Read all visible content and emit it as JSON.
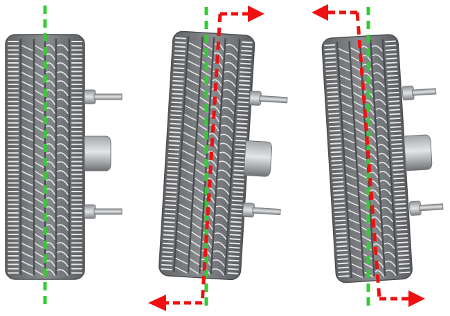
{
  "diagram": {
    "panels": [
      {
        "id": "neutral",
        "label": "",
        "tilt_deg": 0
      },
      {
        "id": "positive-camber",
        "label": "",
        "tilt_deg": 3.5
      },
      {
        "id": "negative-camber",
        "label": "",
        "tilt_deg": -3.5
      }
    ],
    "colors": {
      "background": "#ffffff",
      "tire_dark": "#5f6163",
      "tire_mid": "#8d9093",
      "tread_line": "#e6e7e8",
      "hub_light": "#cfd1d3",
      "hub_dark": "#7a7d80",
      "reference_line": "#33cc33",
      "wheel_axis": "#ee1111"
    },
    "icons": [
      "tire-icon",
      "hub-icon",
      "wheel-stud-icon",
      "arrow-left-icon",
      "arrow-right-icon"
    ]
  }
}
